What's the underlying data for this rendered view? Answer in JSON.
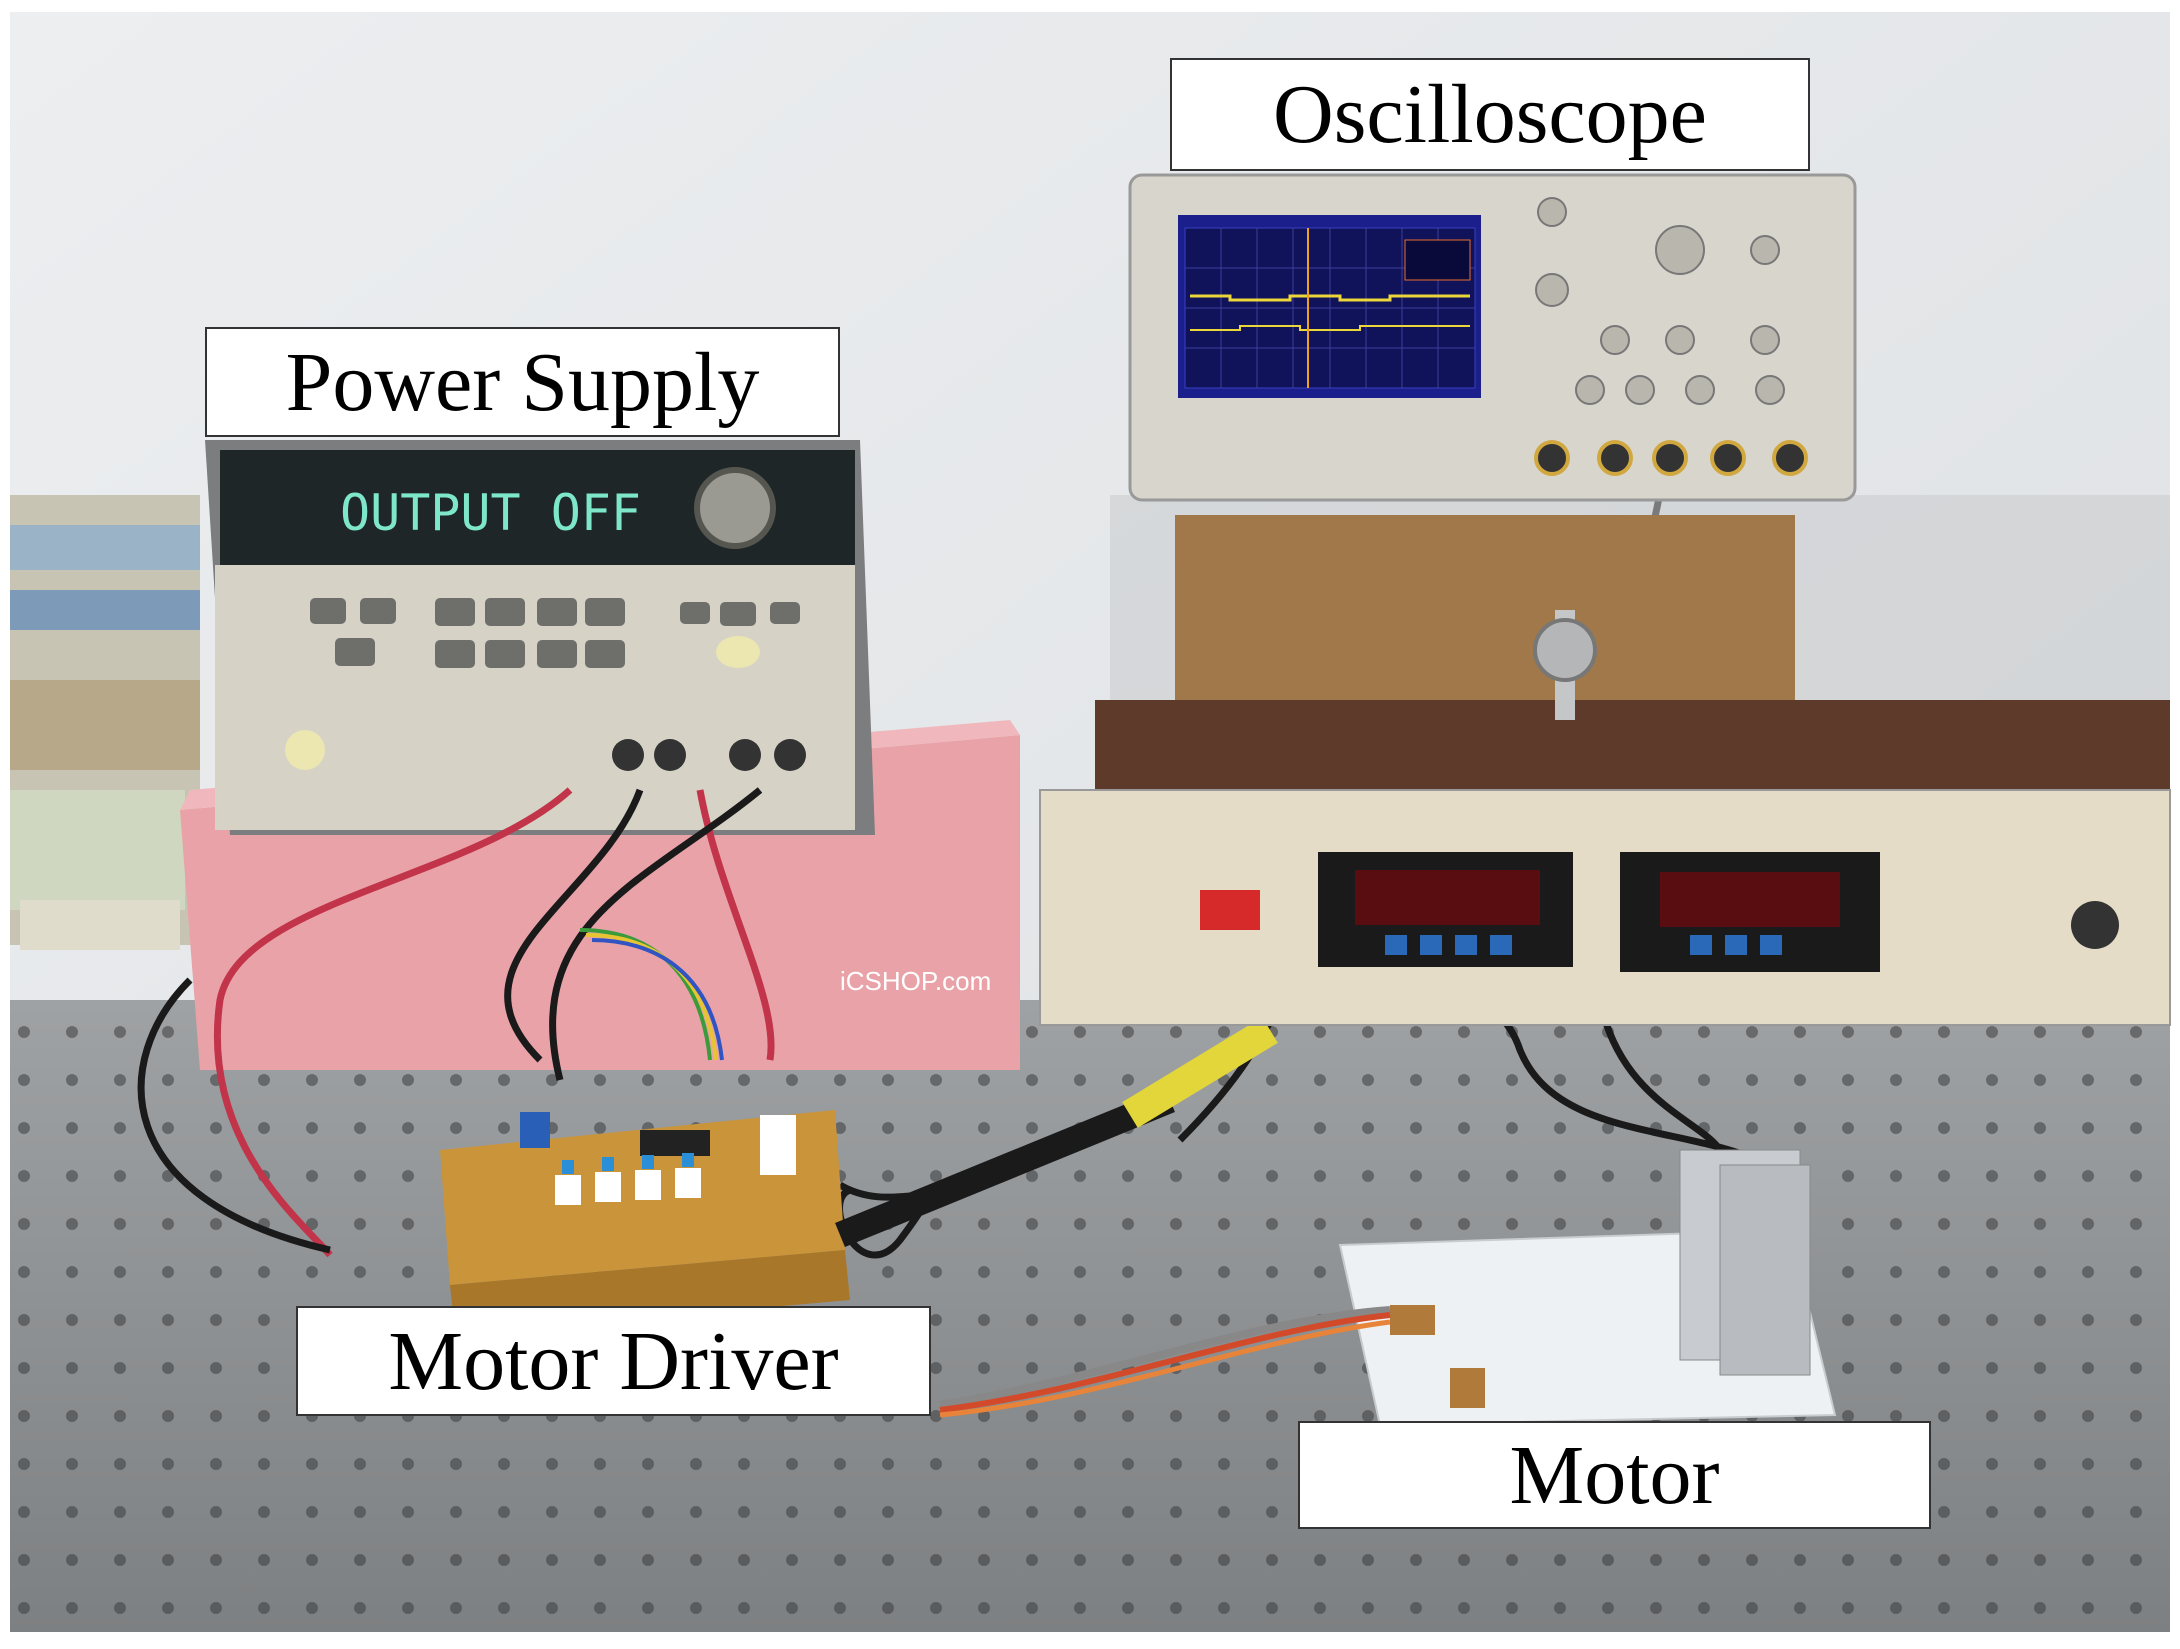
{
  "labels": {
    "power_supply": "Power Supply",
    "oscilloscope": "Oscilloscope",
    "motor_driver": "Motor Driver",
    "motor": "Motor"
  },
  "power_supply_display": "OUTPUT OFF",
  "colors": {
    "wall": "#e6e8ea",
    "table": "#8f9294",
    "instrument_body": "#d8d6cc",
    "scope_screen": "#1a1f8c",
    "wire_red": "#c2344a",
    "wire_black": "#1a1a1a",
    "pcb": "#c9943a",
    "pink_box": "#e9a3a8"
  }
}
